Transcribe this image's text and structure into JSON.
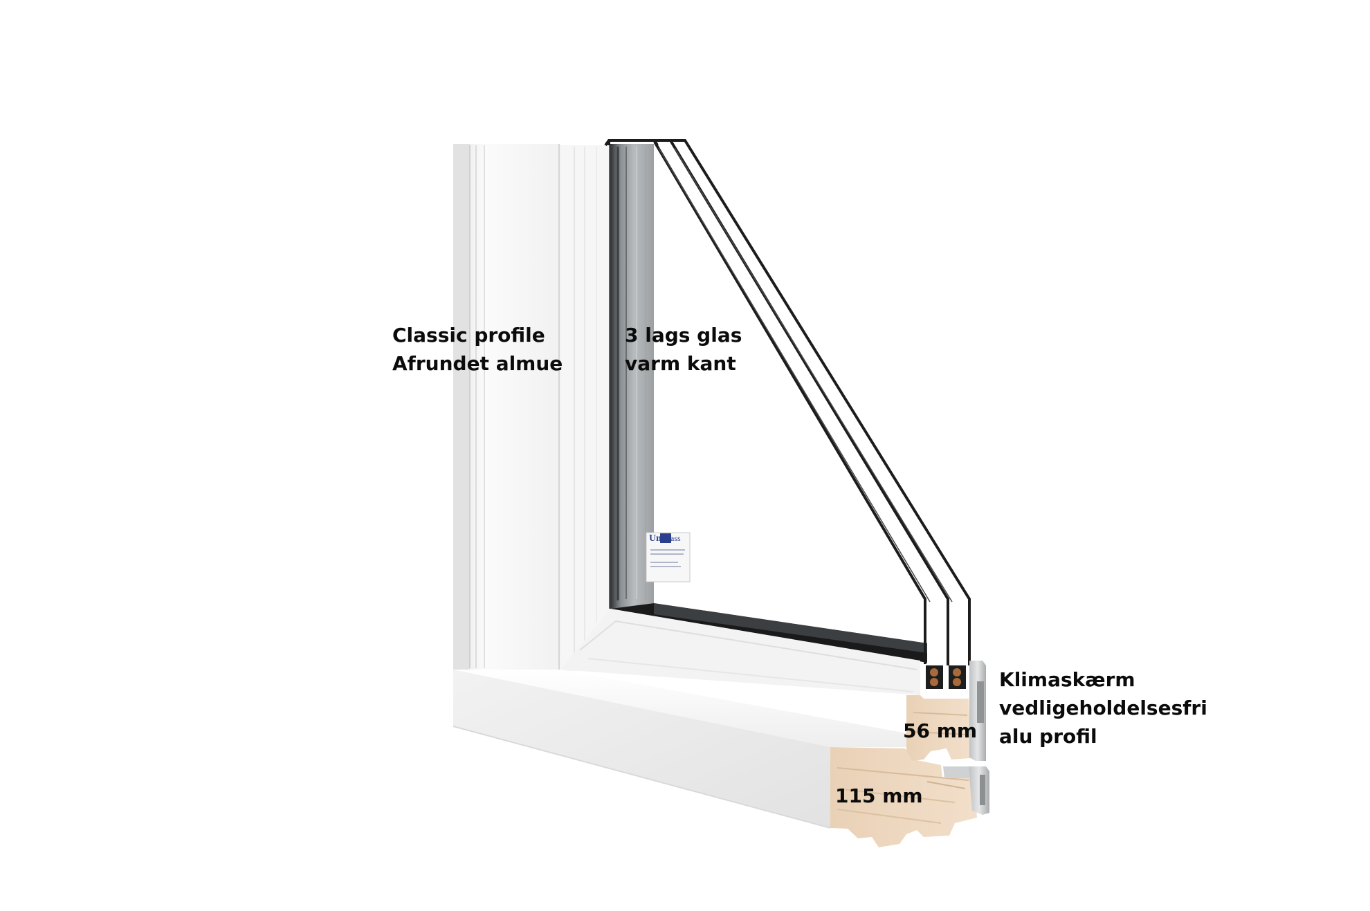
{
  "labels": {
    "profile": [
      "Classic profile",
      "Afrundet almue"
    ],
    "glass": [
      "3 lags glas",
      "varm kant"
    ],
    "alu": [
      "Klimaskærm",
      "vedligeholdelsesfri",
      "alu profil"
    ],
    "depth_sash": "56 mm",
    "depth_frame": "115 mm"
  },
  "sticker": {
    "brand_part1": "Uni",
    "brand_part2": "Glass"
  },
  "colors": {
    "paint_white": "#f4f4f4",
    "wood": "#ecd6bf",
    "glass_edge": "#1a1a1a",
    "aluminium": "#c9cbcc",
    "sticker_blue": "#2b3f8e"
  }
}
